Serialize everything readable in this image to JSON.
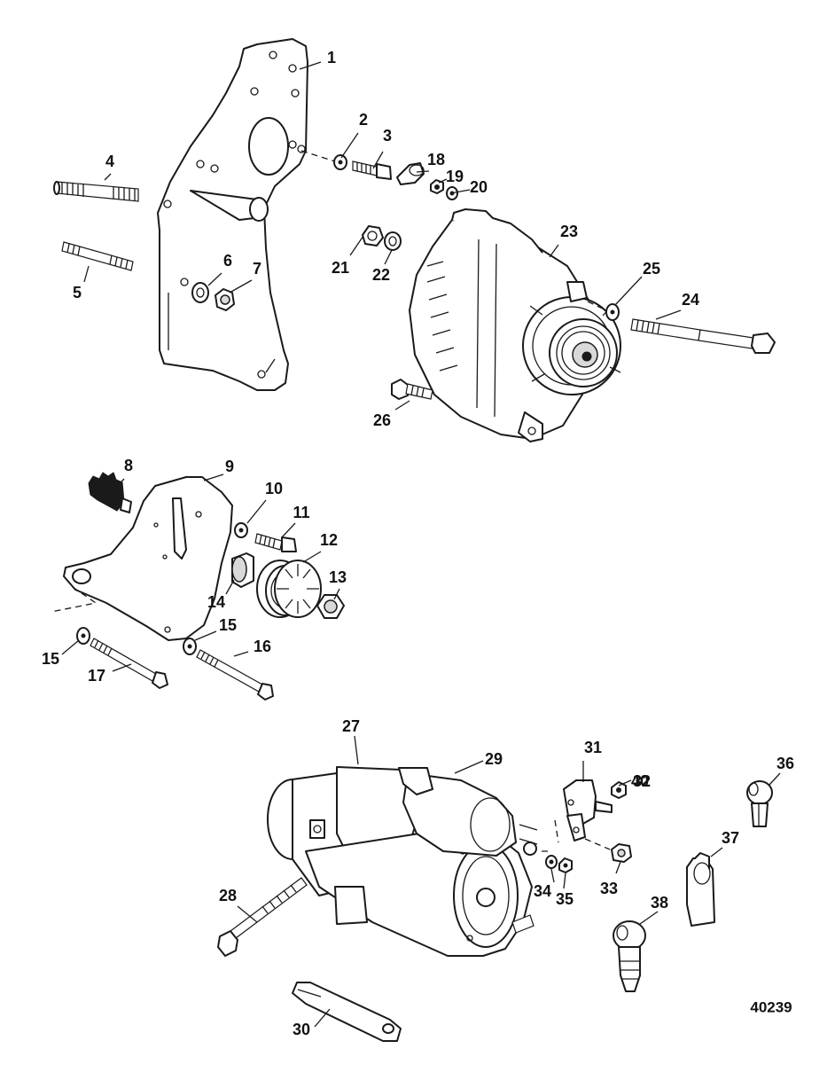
{
  "figure_id": "40239",
  "callouts": {
    "c1": "1",
    "c2": "2",
    "c3": "3",
    "c4": "4",
    "c5": "5",
    "c6": "6",
    "c7": "7",
    "c8": "8",
    "c9": "9",
    "c10": "10",
    "c11": "11",
    "c12": "12",
    "c13": "13",
    "c14": "14",
    "c15a": "15",
    "c15b": "15",
    "c16": "16",
    "c17": "17",
    "c18": "18",
    "c19": "19",
    "c20": "20",
    "c21": "21",
    "c22": "22",
    "c23": "23",
    "c24": "24",
    "c25": "25",
    "c26": "26",
    "c27": "27",
    "c28": "28",
    "c29": "29",
    "c30": "30",
    "c31": "31",
    "c32": "32",
    "c33": "33",
    "c34": "34",
    "c35": "35",
    "c36": "36",
    "c37": "37",
    "c38": "38",
    "c40": "40"
  }
}
